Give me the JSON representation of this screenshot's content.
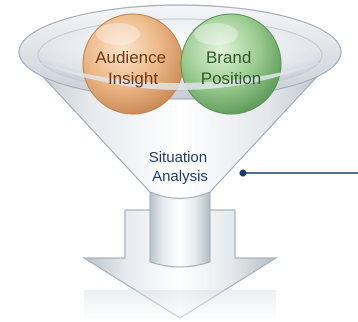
{
  "diagram": {
    "spheres": [
      {
        "line1": "Audience",
        "line2": "Insight",
        "color": "#e8b07e",
        "text_color": "#6b3a1c"
      },
      {
        "line1": "Brand",
        "line2": "Position",
        "color": "#93c58a",
        "text_color": "#2f5a2c"
      }
    ],
    "funnel_label": {
      "line1": "Situation",
      "line2": "Analysis",
      "color": "#1f3b73"
    },
    "pointer_color": "#1f3b73"
  }
}
